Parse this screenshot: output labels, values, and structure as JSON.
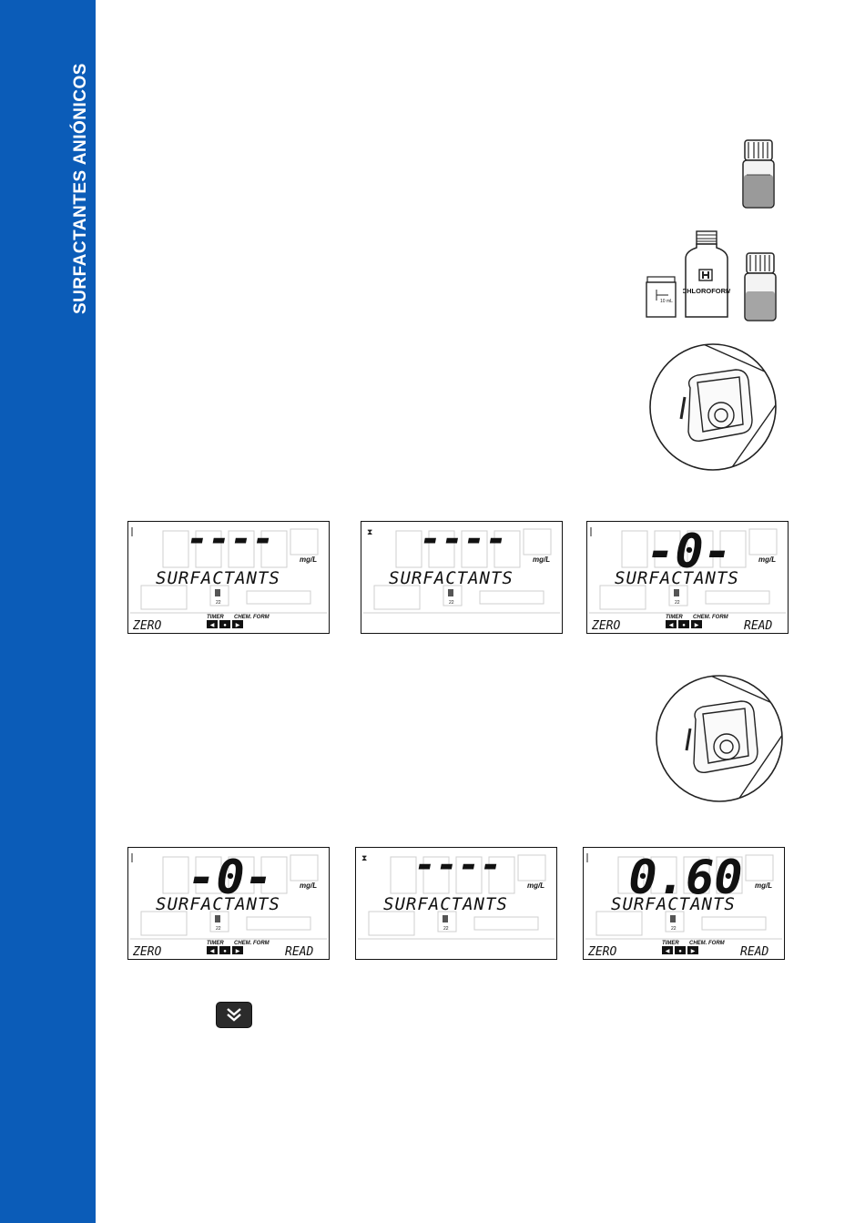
{
  "sidebar": {
    "title": "SURFACTANTES ANIÓNICOS",
    "color": "#0b5cb8"
  },
  "bottle": {
    "label": "CHLOROFORM",
    "measure_mark": "10 mL"
  },
  "displays": [
    {
      "main": "----",
      "param": "SURFACTANTS",
      "unit": "mg/L",
      "left_key": "ZERO",
      "right_key": "",
      "timer": "TIMER",
      "chem": "CHEM. FORM",
      "hourglass": false,
      "day": "22"
    },
    {
      "main": "----",
      "param": "SURFACTANTS",
      "unit": "mg/L",
      "left_key": "",
      "right_key": "",
      "timer": "",
      "chem": "",
      "hourglass": true,
      "day": "22"
    },
    {
      "main": "-0-",
      "param": "SURFACTANTS",
      "unit": "mg/L",
      "left_key": "ZERO",
      "right_key": "READ",
      "timer": "TIMER",
      "chem": "CHEM. FORM",
      "hourglass": false,
      "day": "22"
    },
    {
      "main": "-0-",
      "param": "SURFACTANTS",
      "unit": "mg/L",
      "left_key": "ZERO",
      "right_key": "READ",
      "timer": "TIMER",
      "chem": "CHEM. FORM",
      "hourglass": false,
      "day": "22"
    },
    {
      "main": "----",
      "param": "SURFACTANTS",
      "unit": "mg/L",
      "left_key": "",
      "right_key": "",
      "timer": "",
      "chem": "",
      "hourglass": true,
      "day": "22"
    },
    {
      "main": "0.60",
      "param": "SURFACTANTS",
      "unit": "mg/L",
      "left_key": "ZERO",
      "right_key": "READ",
      "timer": "TIMER",
      "chem": "CHEM. FORM",
      "hourglass": false,
      "day": "22"
    }
  ],
  "button": {
    "icon": "double-chevron-down-icon"
  }
}
